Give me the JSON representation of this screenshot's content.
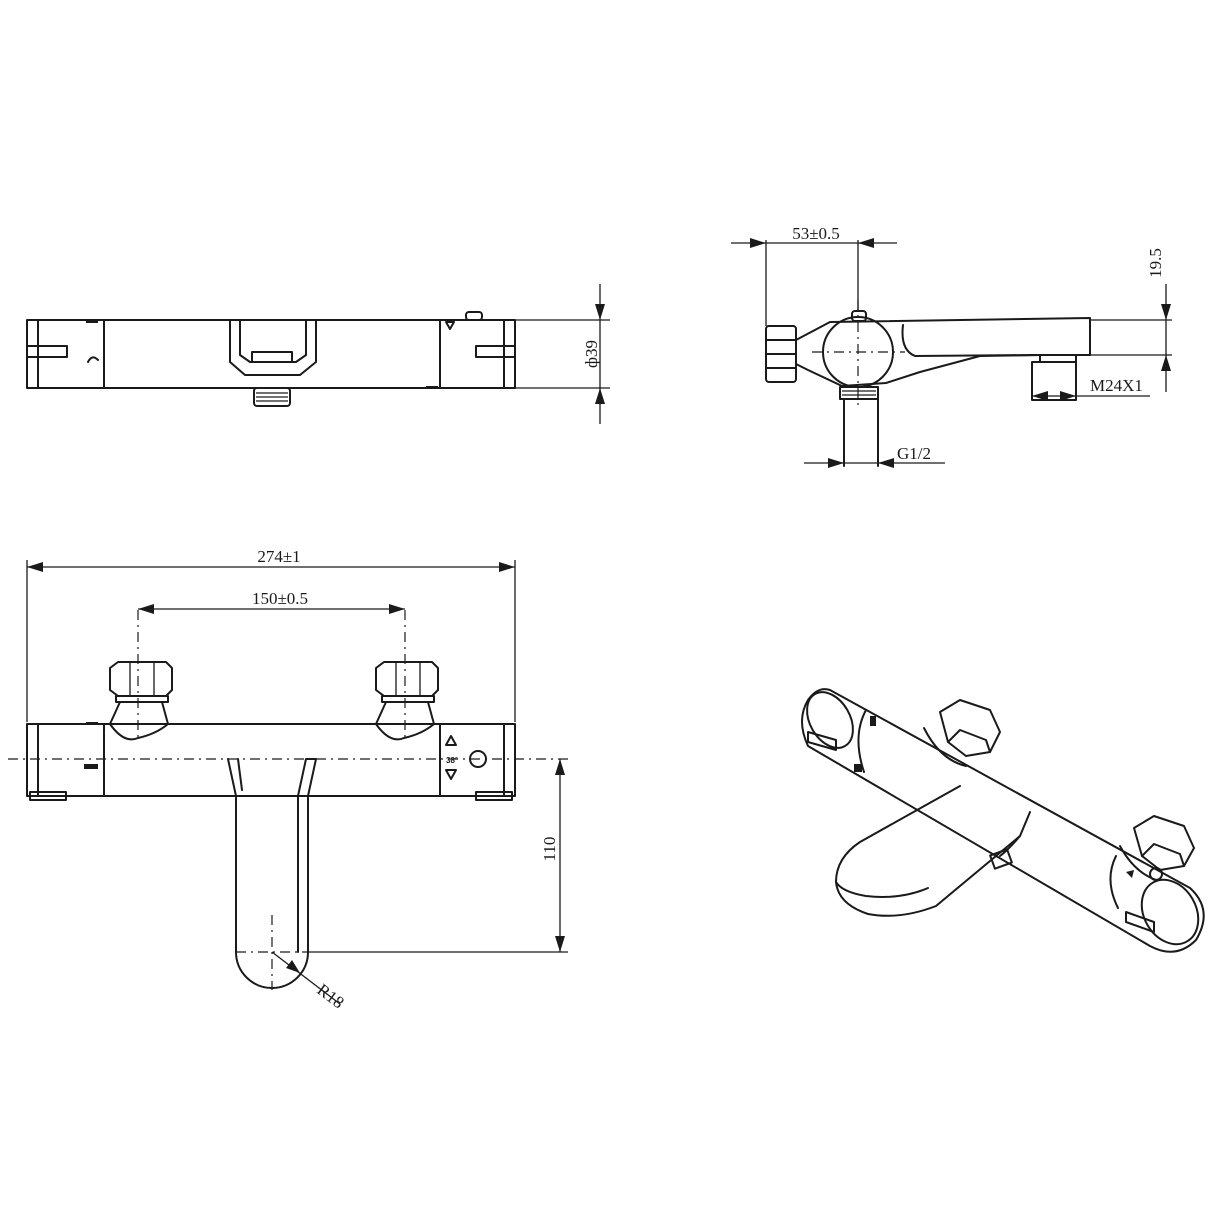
{
  "drawing": {
    "dimensions": {
      "top_view_diameter": "ф39",
      "side_depth": "53±0.5",
      "side_height": "19.5",
      "side_outlet_thread": "M24X1",
      "side_inlet_thread": "G1/2",
      "front_total_length": "274±1",
      "front_inlet_spacing": "150±0.5",
      "front_spout_reach": "110",
      "front_spout_radius": "R18"
    },
    "markings": {
      "temp_label": "38°"
    }
  }
}
